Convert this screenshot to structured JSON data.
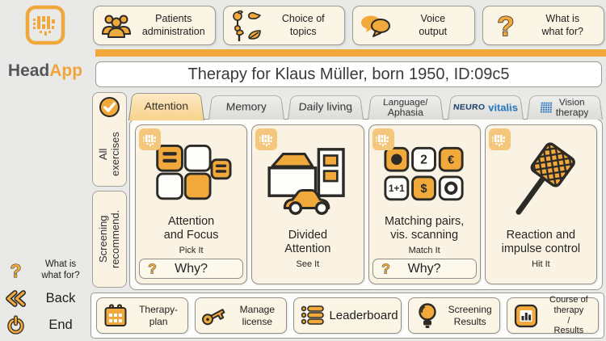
{
  "brand": {
    "head": "Head",
    "app": "App"
  },
  "top_buttons": [
    {
      "label": "Patients\nadministration",
      "icon": "people-icon"
    },
    {
      "label": "Choice of\ntopics",
      "icon": "nature-icon"
    },
    {
      "label": "Voice\noutput",
      "icon": "speech-bubbles-icon"
    },
    {
      "label": "What is\nwhat for?",
      "icon": "question-icon"
    }
  ],
  "patient_header": {
    "title": "Therapy for Klaus Müller, born 1950, ID:09c5"
  },
  "tabs": [
    {
      "label": "Attention",
      "active": true
    },
    {
      "label": "Memory",
      "active": false
    },
    {
      "label": "Daily living",
      "active": false
    },
    {
      "label": "Language/\nAphasia",
      "active": false
    },
    {
      "label_neuro": "NEURO",
      "label_vitalis": "vitalis",
      "active": false
    },
    {
      "label": "Vision\ntherapy",
      "icon": "grid-icon",
      "active": false
    }
  ],
  "side_tabs": [
    {
      "label": "All\nexercises",
      "icon": "check-circle-icon"
    },
    {
      "label": "Screening\nrecommend."
    }
  ],
  "cards": [
    {
      "title": "Attention\nand Focus",
      "subtitle": "Pick It",
      "why_label": "Why?",
      "icon": "pick-it-icon"
    },
    {
      "title": "Divided\nAttention",
      "subtitle": "See It",
      "icon": "house-car-icon"
    },
    {
      "title": "Matching pairs,\nvis. scanning",
      "subtitle": "Match It",
      "why_label": "Why?",
      "icon": "match-it-icon"
    },
    {
      "title": "Reaction and\nimpulse control",
      "subtitle": "Hit It",
      "icon": "fly-swatter-icon"
    }
  ],
  "bottom_buttons": [
    {
      "label": "Therapy-\nplan",
      "icon": "calendar-icon"
    },
    {
      "label": "Manage license",
      "icon": "key-icon"
    },
    {
      "label": "Leaderboard",
      "icon": "list-icon"
    },
    {
      "label": "Screening\nResults",
      "icon": "lightbulb-icon"
    },
    {
      "label": "Course of therapy\n/\nResults",
      "icon": "bar-chart-icon"
    }
  ],
  "left_controls": [
    {
      "label": "What is\nwhat for?",
      "icon": "question-icon"
    },
    {
      "label": "Back",
      "icon": "back-icon"
    },
    {
      "label": "End",
      "icon": "power-icon"
    }
  ],
  "colors": {
    "background": "#E9E9E7",
    "accent_orange": "#F0A83C",
    "cream": "#FBF5E6",
    "outline_dark": "#2B2A27",
    "border_gray": "#9B9B94",
    "tab_active": "#F8D28C",
    "neuro_navy": "#173E68",
    "vitalis_blue": "#2173B8",
    "badge_orange": "#F4C77D"
  }
}
